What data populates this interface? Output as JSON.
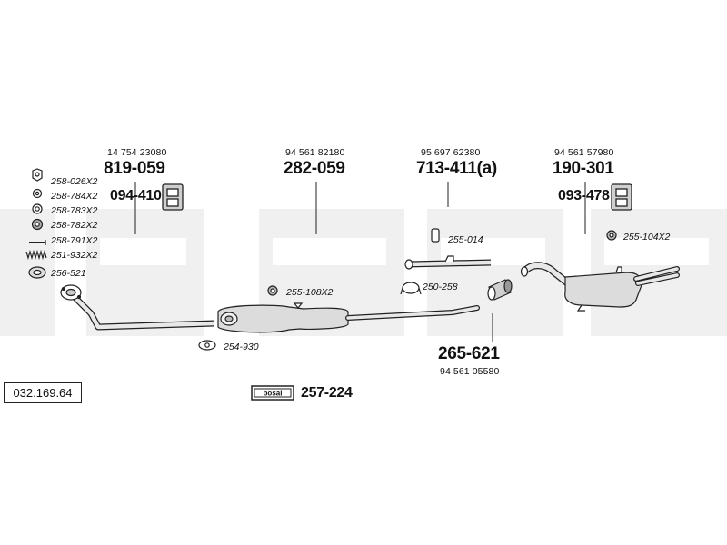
{
  "catalog_number": "032.169.64",
  "brand_logo": "bosal",
  "kit_part": "257-224",
  "main_parts": [
    {
      "id": "front",
      "oem": "14 754 23080",
      "part": "819-059"
    },
    {
      "id": "middle",
      "oem": "94 561 82180",
      "part": "282-059"
    },
    {
      "id": "rear-pipe",
      "oem": "95 697 62380",
      "part": "713-411(a)"
    },
    {
      "id": "rear-box",
      "oem": "94 561 57980",
      "part": "190-301"
    },
    {
      "id": "connector",
      "oem": "94 561 05580",
      "part": "265-621"
    }
  ],
  "mount_parts": [
    {
      "id": "front",
      "part": "094-410"
    },
    {
      "id": "rear",
      "part": "093-478"
    }
  ],
  "hardware_list": [
    "258-026X2",
    "258-784X2",
    "258-783X2",
    "258-782X2",
    "258-791X2",
    "251-932X2",
    "256-521"
  ],
  "accessories": [
    "255-108X2",
    "254-930",
    "255-014",
    "250-258",
    "255-104X2"
  ],
  "colors": {
    "watermark": "#f1f1f1",
    "line": "#222222",
    "part_fill": "#dcdcdc"
  }
}
